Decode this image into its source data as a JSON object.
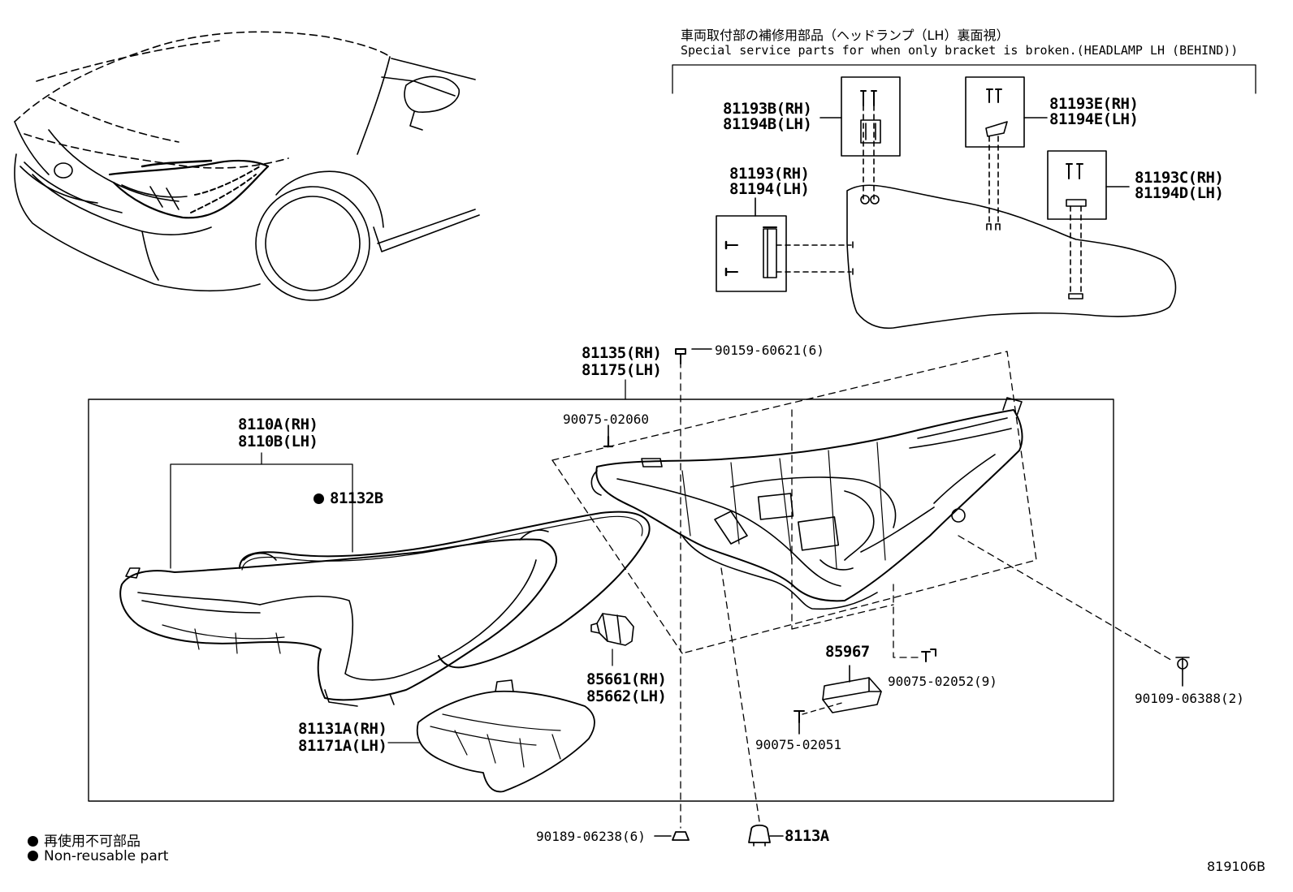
{
  "header": {
    "jp": "車両取付部の補修用部品（ヘッドランプ（LH）裏面視）",
    "en": "Special service parts for when only bracket is broken.(HEADLAMP LH (BEHIND))"
  },
  "labels": {
    "p81193B_rh": "81193B(RH)",
    "p81194B_lh": "81194B(LH)",
    "p81193E_rh": "81193E(RH)",
    "p81194E_lh": "81194E(LH)",
    "p81193_rh": "81193(RH)",
    "p81194_lh": "81194(LH)",
    "p81193C_rh": "81193C(RH)",
    "p81194D_lh": "81194D(LH)",
    "p81135_rh": "81135(RH)",
    "p81175_lh": "81175(LH)",
    "p90159": "90159-60621(6)",
    "p90075_02060": "90075-02060",
    "p8110A_rh": "8110A(RH)",
    "p8110B_lh": "8110B(LH)",
    "p81132B": "81132B",
    "p85661_rh": "85661(RH)",
    "p85662_lh": "85662(LH)",
    "p85967": "85967",
    "p90075_02052": "90075-02052(9)",
    "p90109": "90109-06388(2)",
    "p81131A_rh": "81131A(RH)",
    "p81171A_lh": "81171A(LH)",
    "p90075_02051": "90075-02051",
    "p90189": "90189-06238(6)",
    "p8113A": "8113A"
  },
  "legend": {
    "jp": "再使用不可部品",
    "en": "Non-reusable part"
  },
  "figure_code": "819106B",
  "icons": [
    "non-reusable-dot-icon"
  ]
}
